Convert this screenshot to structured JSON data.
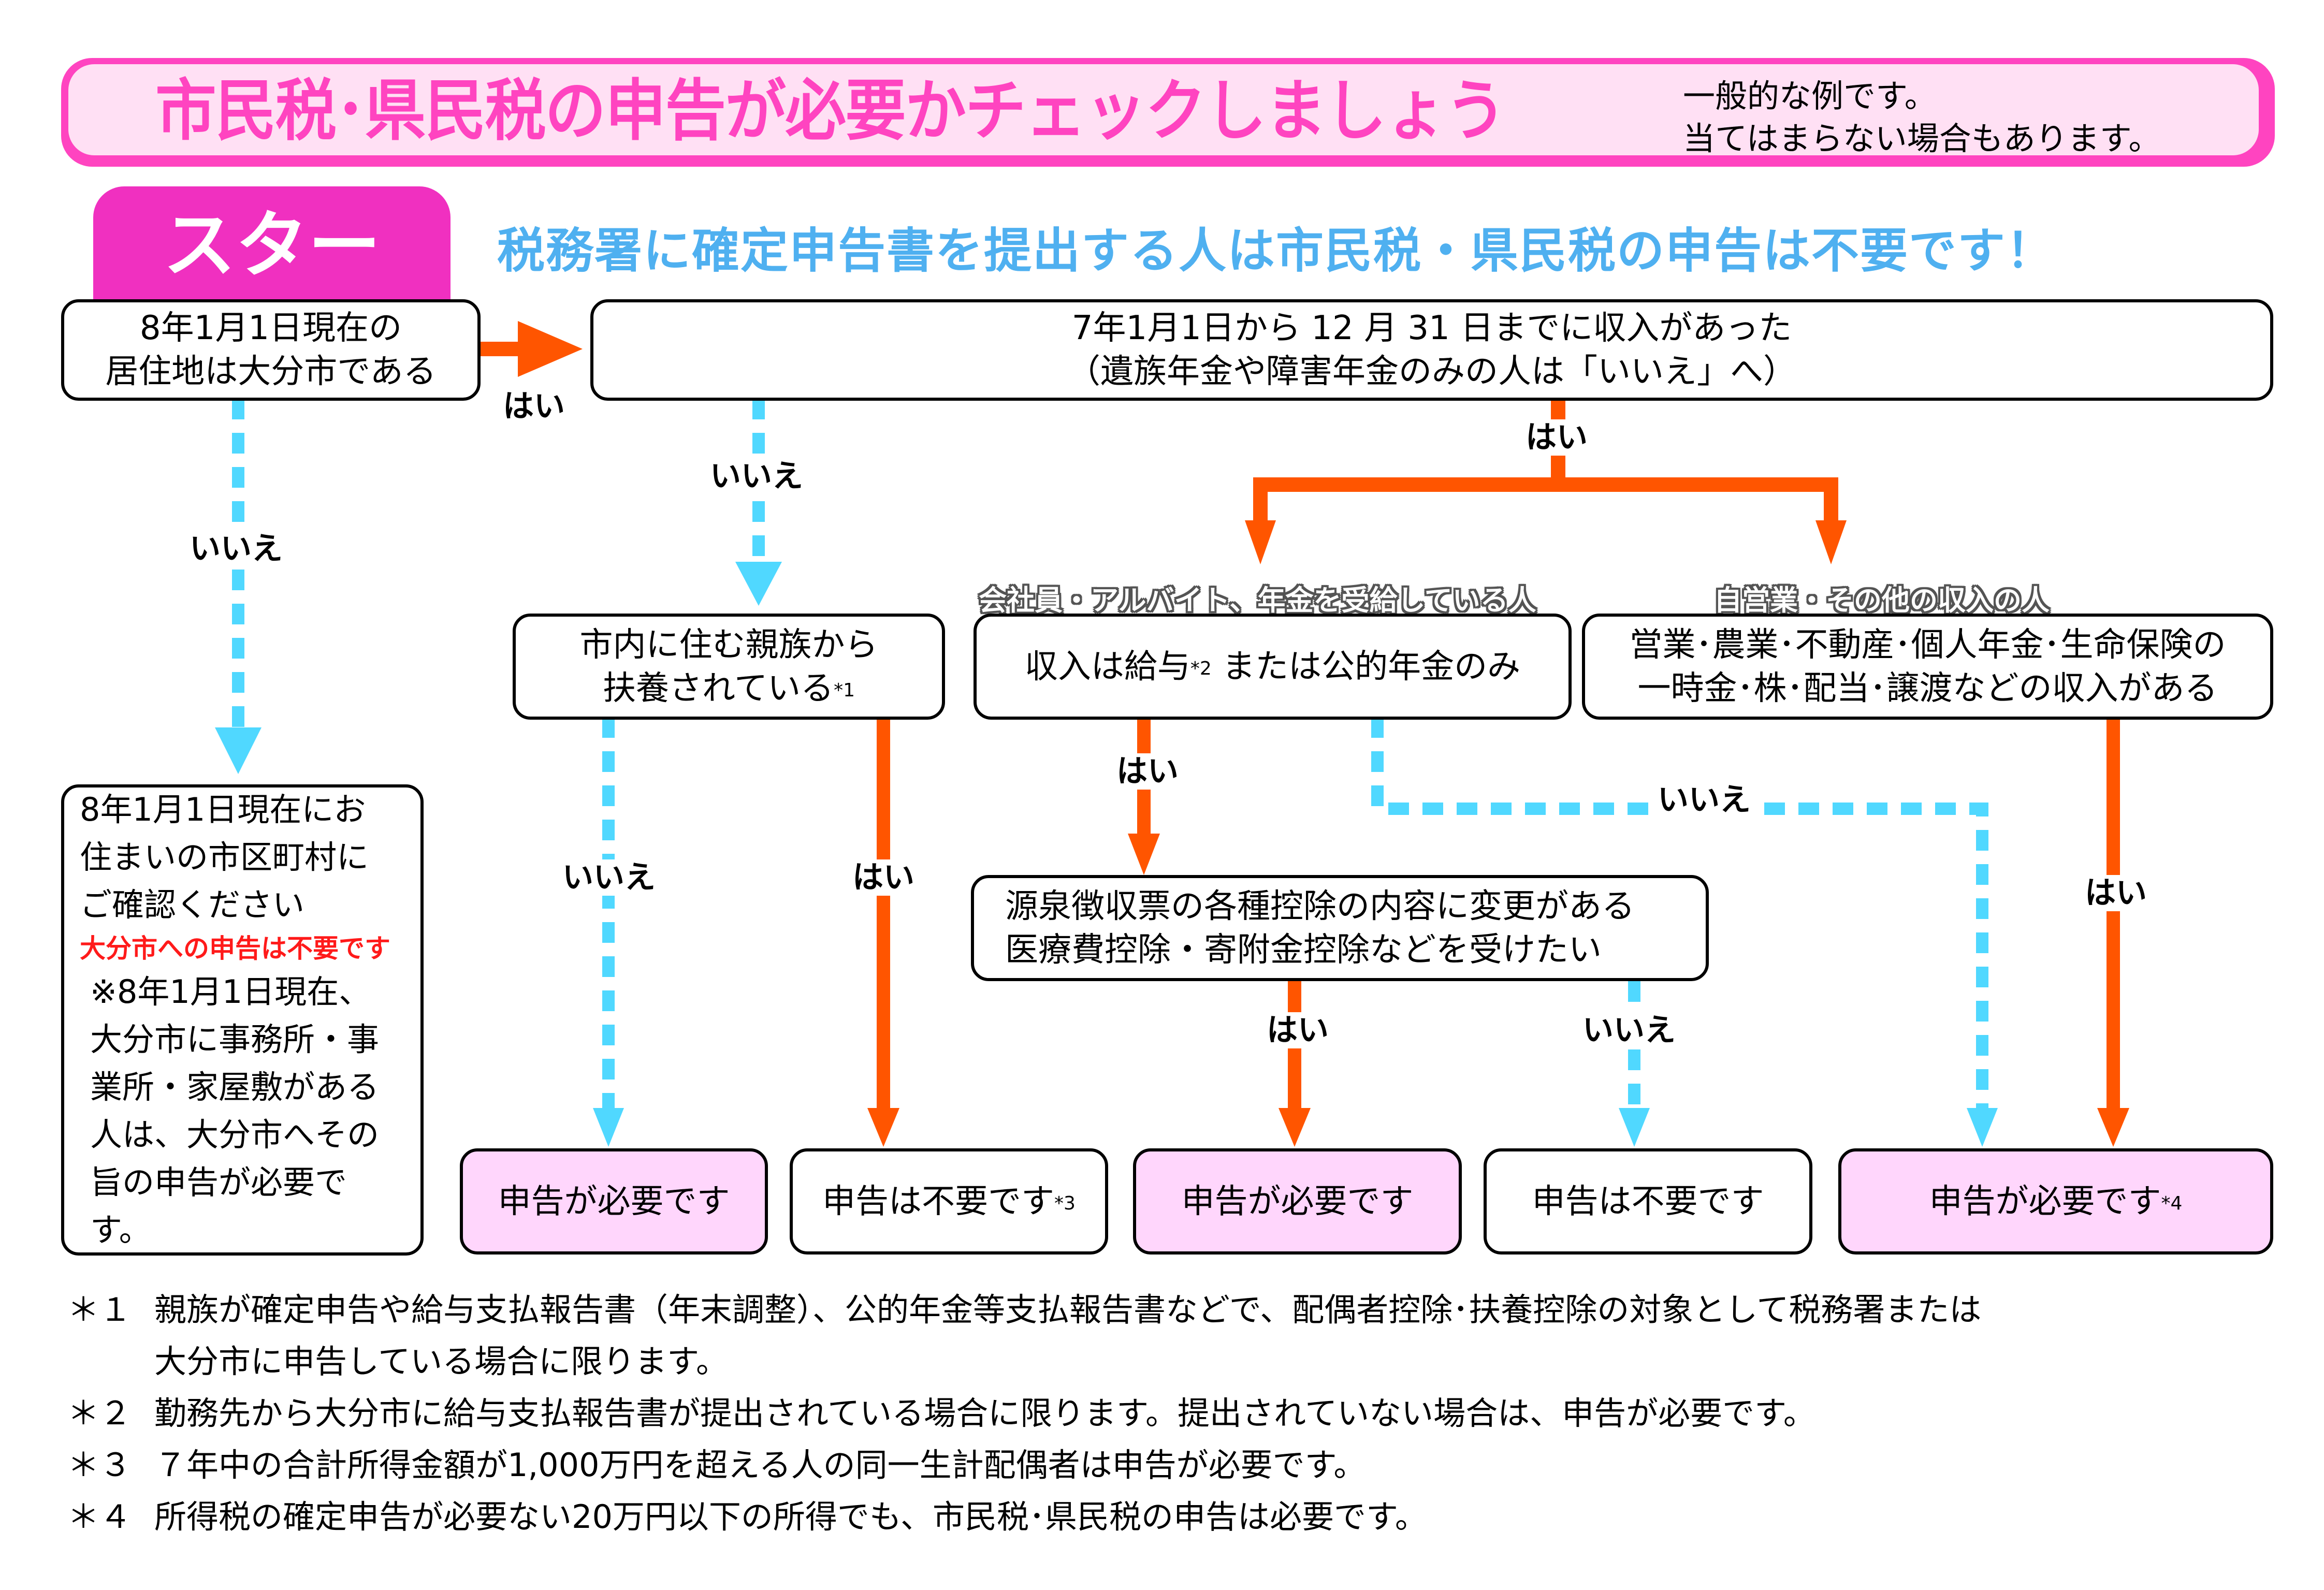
{
  "title": {
    "main": "市民税･県民税の申告が必要かチェックしましょう",
    "note_line1": "一般的な例です。",
    "note_line2": "当てはまらない場合もあります。"
  },
  "start_label": "スタート！",
  "sub_heading": "税務署に確定申告書を提出する人は市民税・県民税の申告は不要です！",
  "nodes": {
    "q_residence": {
      "line1": "8年1月1日現在の",
      "line2": "居住地は大分市である"
    },
    "q_income": {
      "line1": "7年1月1日から 12 月 31 日までに収入があった",
      "line2": "（遺族年金や障害年金のみの人は「いいえ」へ）"
    },
    "q_dependent": {
      "line1": "市内に住む親族から",
      "line2": "扶養されている",
      "footnote": "*1"
    },
    "category_salary": "会社員・アルバイト、年金を受給している人",
    "q_salary": {
      "line1": "収入は給与",
      "footnote": "*2",
      "line2": " または公的年金のみ"
    },
    "category_business": "自営業・その他の収入の人",
    "q_business": {
      "line1": "営業･農業･不動産･個人年金･生命保険の",
      "line2": "一時金･株･配当･譲渡などの収入がある"
    },
    "q_deduction": {
      "line1": "源泉徴収票の各種控除の内容に変更がある",
      "line2": "医療費控除・寄附金控除などを受けたい"
    },
    "left_info": {
      "lines": [
        "8年1月1日現在にお",
        "住まいの市区町村に",
        "ご確認ください"
      ],
      "red_note": "大分市への申告は不要です",
      "note_lines": [
        "※8年1月1日現在、",
        "大分市に事務所・事",
        "業所・家屋敷がある",
        "人は、大分市へその",
        "旨の申告が必要です。"
      ]
    }
  },
  "results": [
    {
      "text": "申告が必要です",
      "footnote": "",
      "required": true
    },
    {
      "text": "申告は不要です",
      "footnote": "*3",
      "required": false
    },
    {
      "text": "申告が必要です",
      "footnote": "",
      "required": true
    },
    {
      "text": "申告は不要です",
      "footnote": "",
      "required": false
    },
    {
      "text": "申告が必要です",
      "footnote": "*4",
      "required": true
    }
  ],
  "answers": {
    "yes": "はい",
    "no": "いいえ"
  },
  "colors": {
    "yes_arrow": "#ff5500",
    "no_arrow": "#50d8ff",
    "title_pink": "#ff44c0",
    "required_bg": "#ffd6fc",
    "sub_heading": "#4fb0f0",
    "red_note": "#ff1a1a"
  },
  "footnotes": [
    {
      "mark": "＊１",
      "text": "親族が確定申告や給与支払報告書（年末調整）、公的年金等支払報告書などで、配偶者控除･扶養控除の対象として税務署または",
      "cont": "大分市に申告している場合に限ります。"
    },
    {
      "mark": "＊２",
      "text": "勤務先から大分市に給与支払報告書が提出されている場合に限ります。提出されていない場合は、申告が必要です。"
    },
    {
      "mark": "＊３",
      "text": "７年中の合計所得金額が1,000万円を超える人の同一生計配偶者は申告が必要です。"
    },
    {
      "mark": "＊４",
      "text": "所得税の確定申告が必要ない20万円以下の所得でも、市民税･県民税の申告は必要です。"
    }
  ]
}
